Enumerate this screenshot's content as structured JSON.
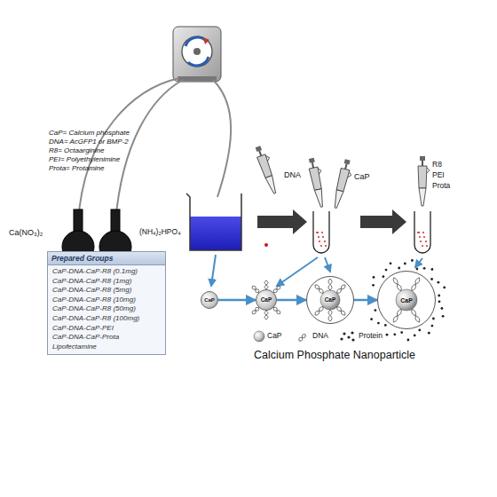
{
  "diagram": {
    "nodes": [
      {
        "text": [
          "Prepared Groups",
          "CaP-DNA-CaP-R8 (0.1mg)",
          "CaP-DNA-CaP-R8 (1mg)",
          "CaP-DNA-CaP-R8 (5mg)",
          "CaP-DNA-CaP-R8 (10mg)",
          "CaP-DNA-CaP-R8 (50mg)",
          "CaP-DNA-CaP-R8 (100mg)",
          "CaP-DNA-CaP-PEI",
          "CaP-DNA-CaP-Prota",
          "Lipofectamine"
        ]
      },
      {
        "text": [
          "CaP"
        ]
      },
      {
        "text": [
          "CaP"
        ]
      },
      {
        "text": [
          "CaP"
        ]
      },
      {
        "text": [
          "CaP"
        ]
      }
    ],
    "edges": [
      {
        "from": 1,
        "to": 2,
        "arrow": "to"
      },
      {
        "from": 2,
        "to": 3,
        "arrow": "to"
      },
      {
        "from": 3,
        "to": 4,
        "arrow": "to"
      }
    ],
    "labels": [
      "CaP= Calcium phosphate",
      "DNA= AcGFP1 or BMP-2",
      "R8= Octaarginine",
      "PEI= Polyethylenimine",
      "Prota= Protamine",
      "Ca(NO₃)₂",
      "(NH₄)₂HPO₄",
      "DNA",
      "CaP",
      "R8",
      "PEI",
      "Prota",
      "Calcium Phosphate Nanoparticle"
    ],
    "legend": [
      {
        "text": "CaP"
      },
      {
        "text": "DNA"
      },
      {
        "text": "Protein"
      }
    ]
  }
}
